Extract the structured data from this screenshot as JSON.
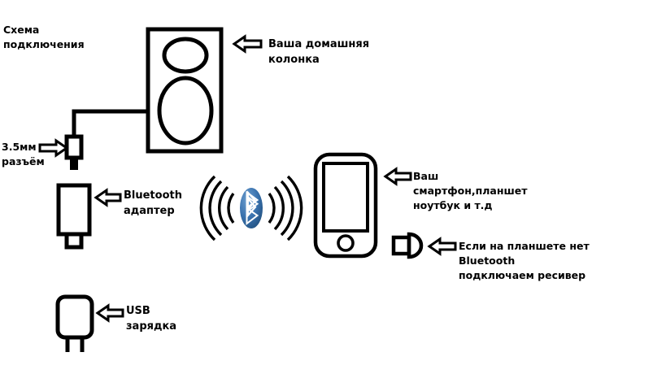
{
  "diagram": {
    "title": "Схема\nподключения",
    "background_color": "#ffffff",
    "stroke_color": "#000000",
    "bluetooth_blue": "#2e6bb0",
    "labels": {
      "speaker": "Ваша домашняя\nколонка",
      "jack": "3.5мм\nразъём",
      "bt_adapter": "Bluetooth\nадаптер",
      "phone": "Ваш\nсмартфон,планшет\nноутбук и т.д",
      "receiver": "Если на планшете нет\nBluetooth\nподключаем ресивер",
      "usb": "USB\nзарядка"
    },
    "icons": {
      "speaker": "speaker-icon",
      "jack": "audio-jack-icon",
      "bt_adapter": "bluetooth-adapter-icon",
      "bluetooth_symbol": "bluetooth-wireless-icon",
      "phone": "smartphone-icon",
      "receiver": "bluetooth-receiver-icon",
      "usb": "usb-charger-icon",
      "arrow_left": "arrow-left-icon",
      "arrow_right": "arrow-right-icon"
    }
  }
}
